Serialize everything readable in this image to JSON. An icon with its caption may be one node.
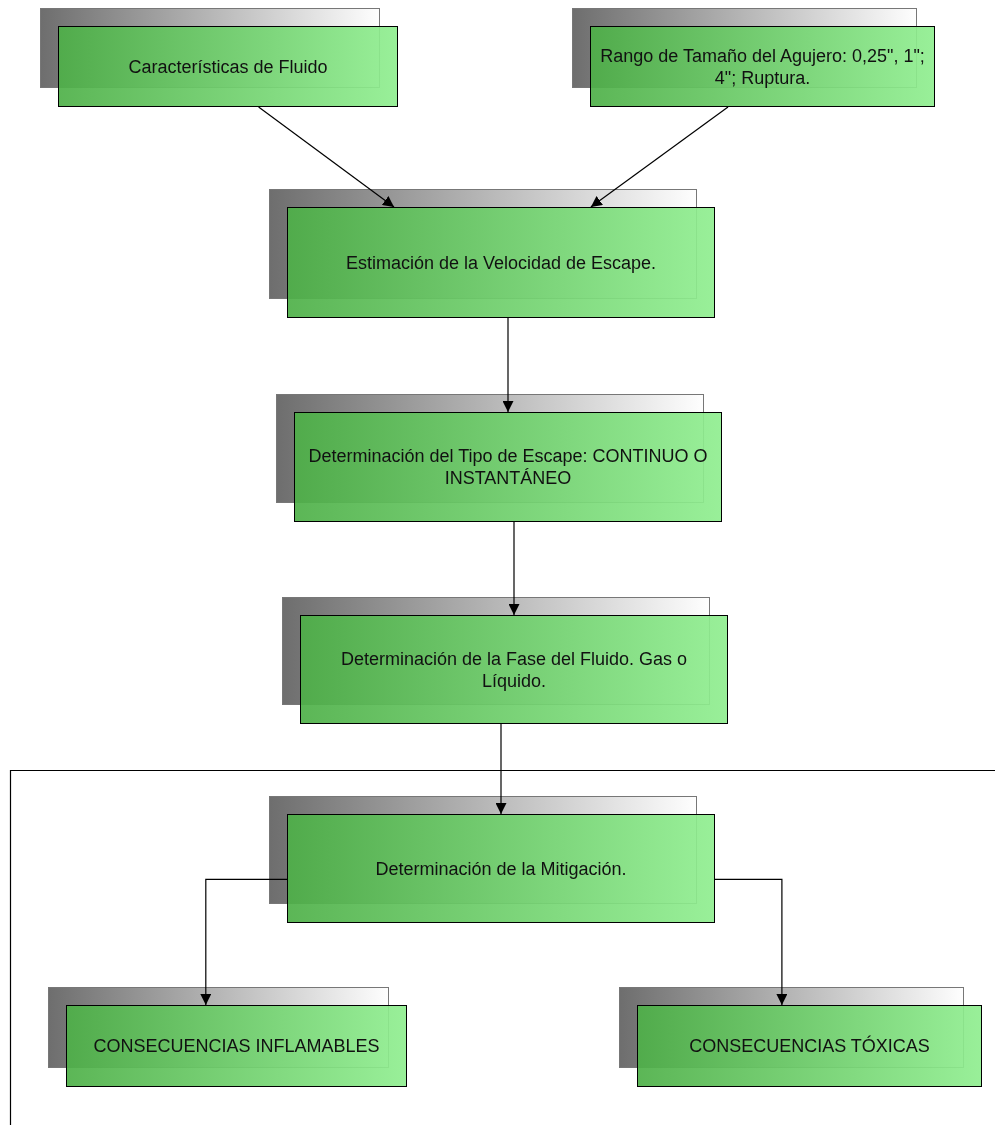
{
  "diagram": {
    "nodes": [
      {
        "text": [
          "Características de Fluido"
        ]
      },
      {
        "text": [
          "Rango de Tamaño del Agujero: 0,25\", 1\"; 4\"; Ruptura."
        ]
      },
      {
        "text": [
          "Estimación de la Velocidad de Escape."
        ]
      },
      {
        "text": [
          "Determinación del Tipo de Escape: CONTINUO O INSTANTÁNEO"
        ]
      },
      {
        "text": [
          "Determinación de la Fase del Fluido. Gas o Líquido."
        ]
      },
      {
        "text": [
          "Determinación de la Mitigación."
        ]
      },
      {
        "text": [
          "CONSECUENCIAS INFLAMABLES"
        ]
      },
      {
        "text": [
          "CONSECUENCIAS TÓXICAS"
        ]
      }
    ],
    "edges": [
      {
        "from": 0,
        "to": 2,
        "arrow": "to"
      },
      {
        "from": 1,
        "to": 2,
        "arrow": "to"
      },
      {
        "from": 2,
        "to": 3,
        "arrow": "to"
      },
      {
        "from": 3,
        "to": 4,
        "arrow": "to"
      },
      {
        "from": 4,
        "to": 5,
        "arrow": "to"
      },
      {
        "from": 5,
        "to": 6,
        "arrow": "to"
      },
      {
        "from": 5,
        "to": 7,
        "arrow": "to"
      }
    ]
  }
}
